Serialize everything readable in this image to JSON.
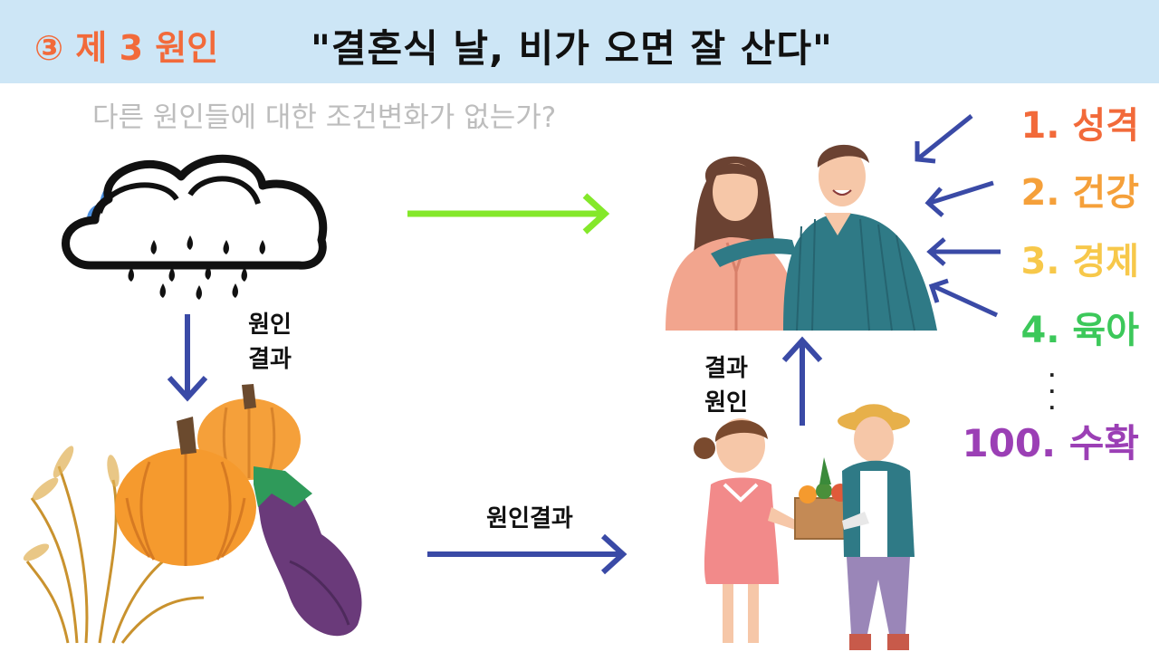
{
  "header": {
    "number": "③ 제 3 원인",
    "title": "\"결혼식 날, 비가 오면 잘 산다\""
  },
  "subtitle": "다른 원인들에 대한 조건변화가 없는가?",
  "labels": {
    "rain_down": [
      "원인",
      "결과"
    ],
    "harvest_up": [
      "결과",
      "원인"
    ],
    "bottom_arrow": "원인결과"
  },
  "factors": [
    {
      "text": "1. 성격",
      "color": "#f26a3a"
    },
    {
      "text": "2. 건강",
      "color": "#f5a03a"
    },
    {
      "text": "3. 경제",
      "color": "#f7c84a"
    },
    {
      "text": "4. 육아",
      "color": "#3cc85a"
    },
    {
      "text": "100. 수확",
      "color": "#9b3fb5"
    }
  ],
  "ellipsis": ":\n:",
  "colors": {
    "header_bg": "#cde6f6",
    "arrow_blue": "#3a4aa6",
    "arrow_green": "#84e82a",
    "subtitle_gray": "#bdbdbd"
  }
}
